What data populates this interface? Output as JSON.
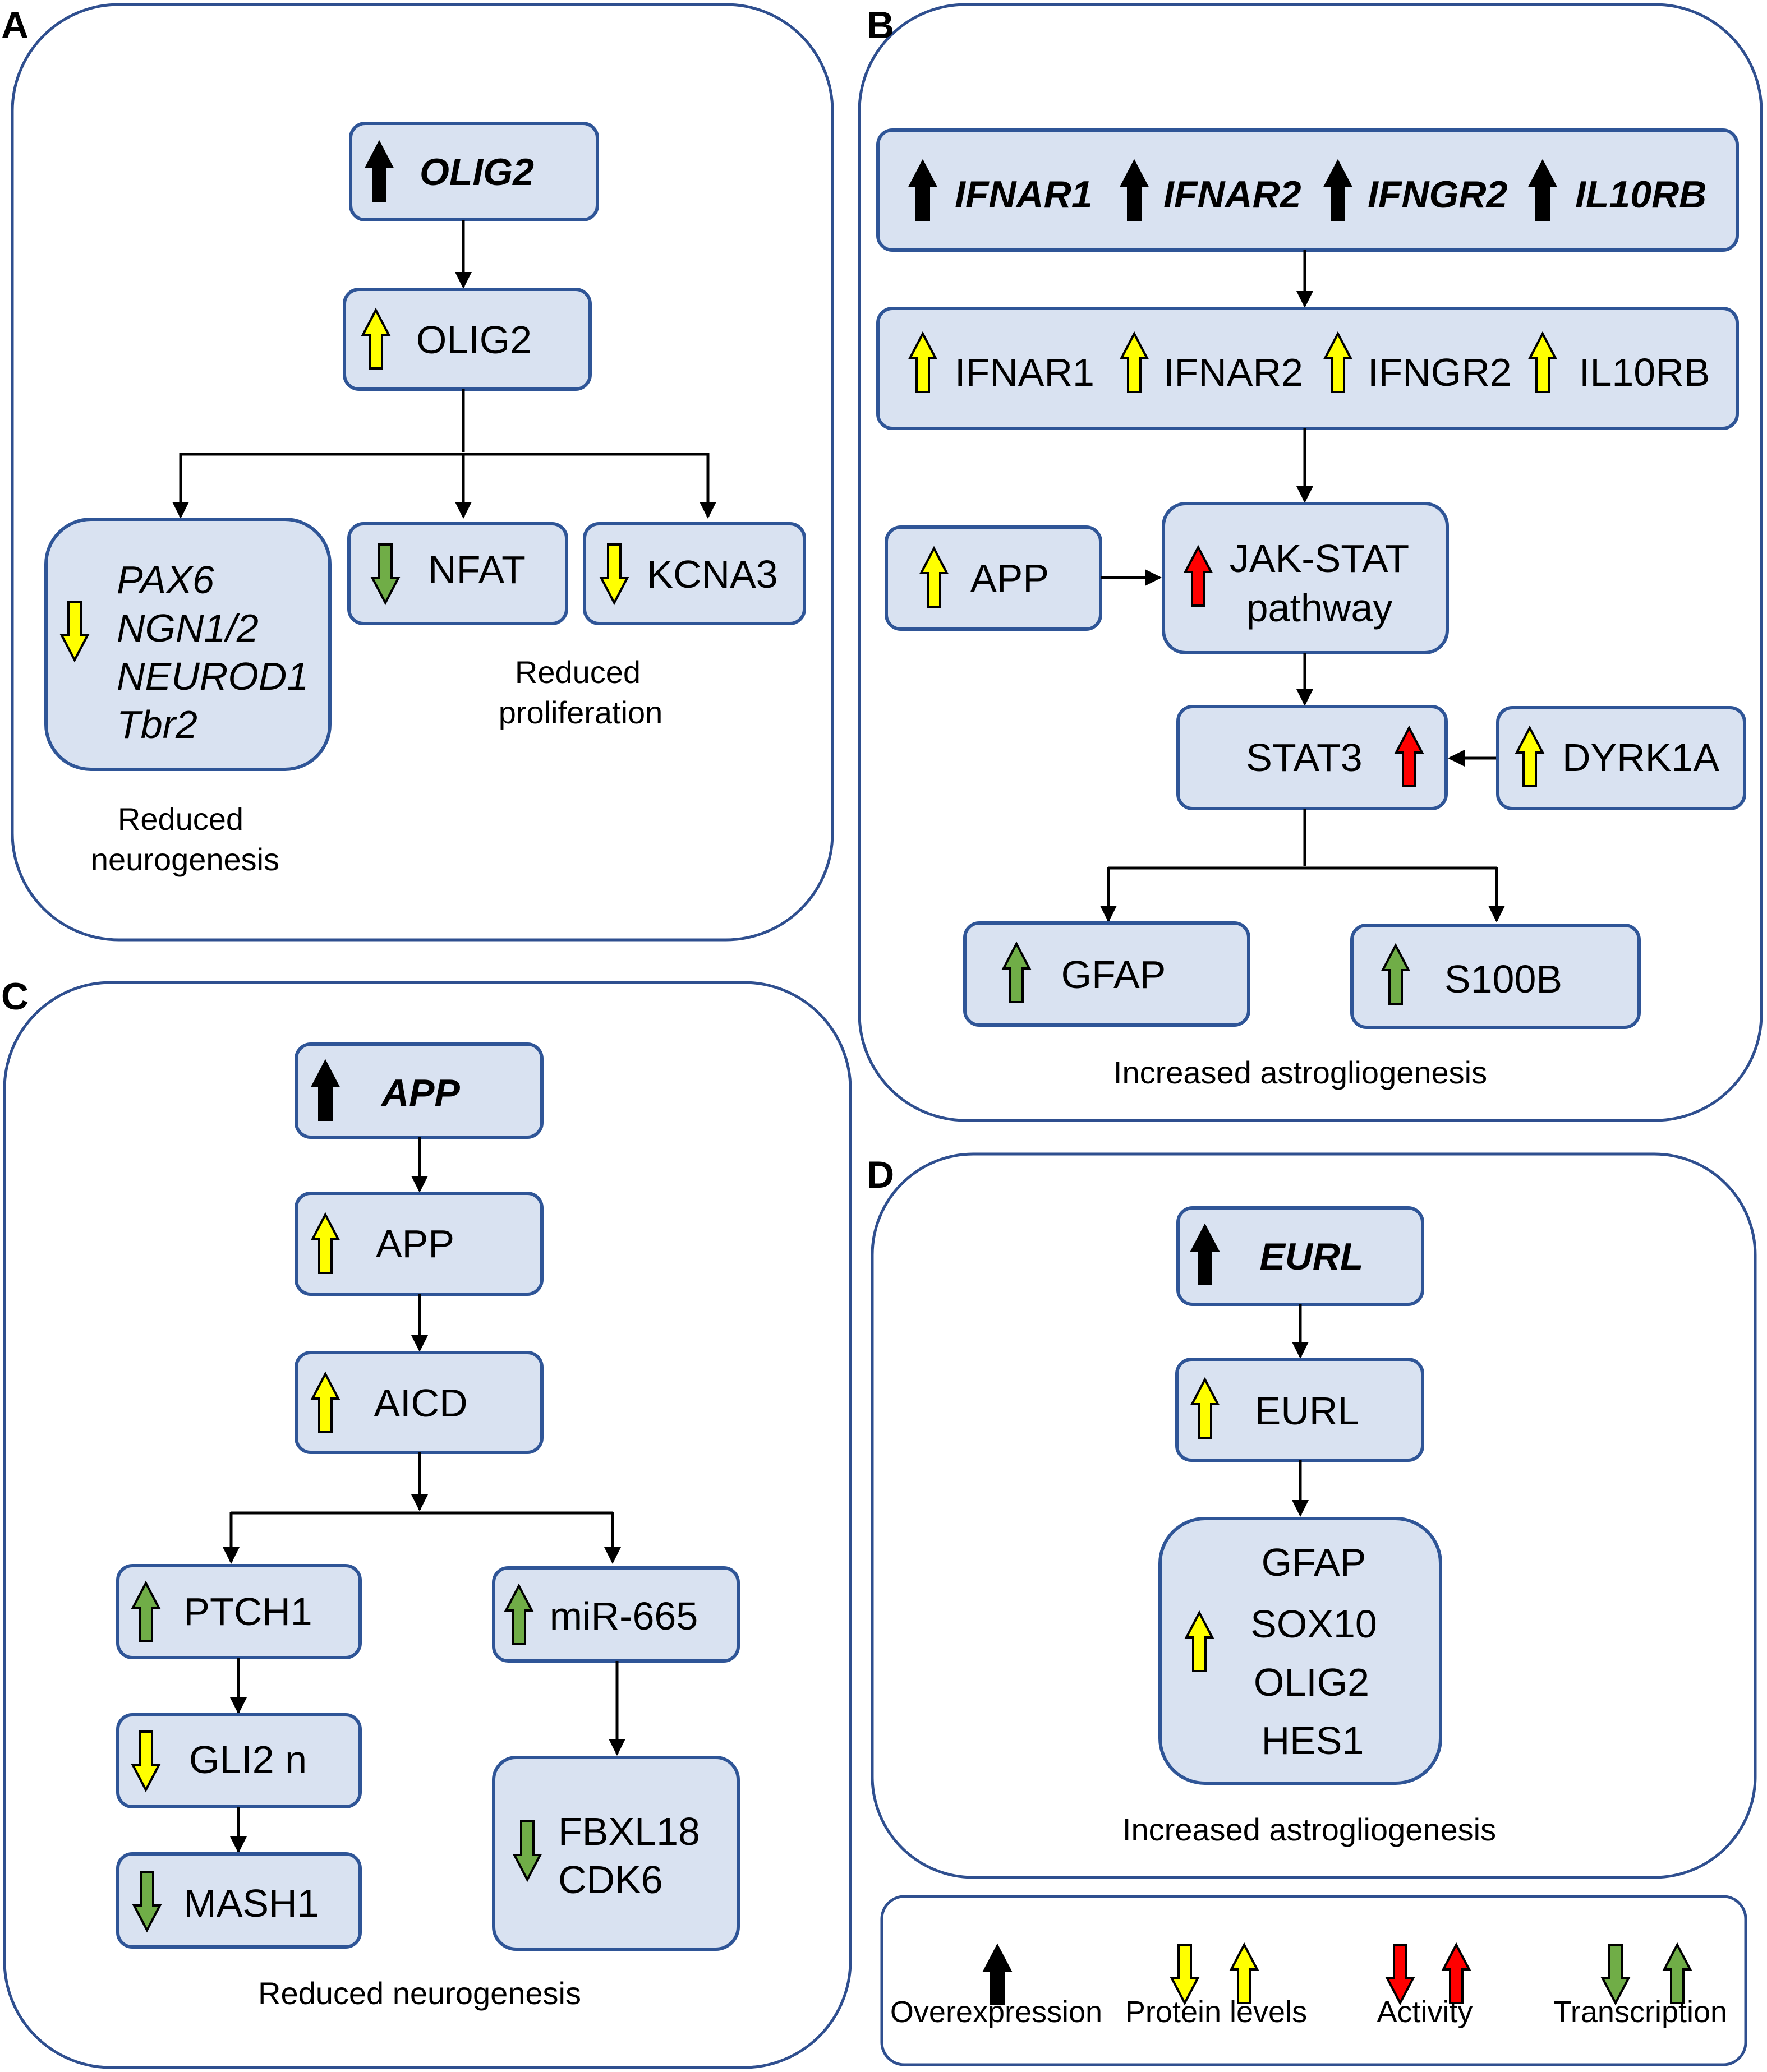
{
  "colors": {
    "panel_border": "#2f4f8f",
    "box_fill": "#d9e2f1",
    "box_border": "#2f5597",
    "overexpression": "#000000",
    "protein_levels": "#ffff00",
    "activity": "#ff0000",
    "transcription": "#70ad47"
  },
  "panel_a": {
    "letter": "A",
    "gene": "OLIG2",
    "protein": "OLIG2",
    "targets": [
      "PAX6",
      "NGN1/2",
      "NEUROD1",
      "Tbr2"
    ],
    "nfat": "NFAT",
    "kcna3": "KCNA3",
    "caption_proliferation": [
      "Reduced",
      "proliferation"
    ],
    "caption_neurogenesis": [
      "Reduced",
      "neurogenesis"
    ]
  },
  "panel_b": {
    "letter": "B",
    "genes": [
      "IFNAR1",
      "IFNAR2",
      "IFNGR2",
      "IL10RB"
    ],
    "proteins": [
      "IFNAR1",
      "IFNAR2",
      "IFNGR2",
      "IL10RB"
    ],
    "app": "APP",
    "jak_stat": [
      "JAK-STAT",
      "pathway"
    ],
    "stat3": "STAT3",
    "dyrk1a": "DYRK1A",
    "gfap": "GFAP",
    "s100b": "S100B",
    "caption": "Increased astrogliogenesis"
  },
  "panel_c": {
    "letter": "C",
    "gene": "APP",
    "protein": "APP",
    "aicd": "AICD",
    "ptch1": "PTCH1",
    "gli2": "GLI2 n",
    "mash1": "MASH1",
    "mir665": "miR-665",
    "targets": [
      "FBXL18",
      "CDK6"
    ],
    "caption": "Reduced neurogenesis"
  },
  "panel_d": {
    "letter": "D",
    "gene": "EURL",
    "protein": "EURL",
    "targets": [
      "GFAP",
      "SOX10",
      "OLIG2",
      "HES1"
    ],
    "caption": "Increased astrogliogenesis"
  },
  "legend": {
    "overexpression": "Overexpression",
    "protein_levels": "Protein levels",
    "activity": "Activity",
    "transcription": "Transcription"
  }
}
